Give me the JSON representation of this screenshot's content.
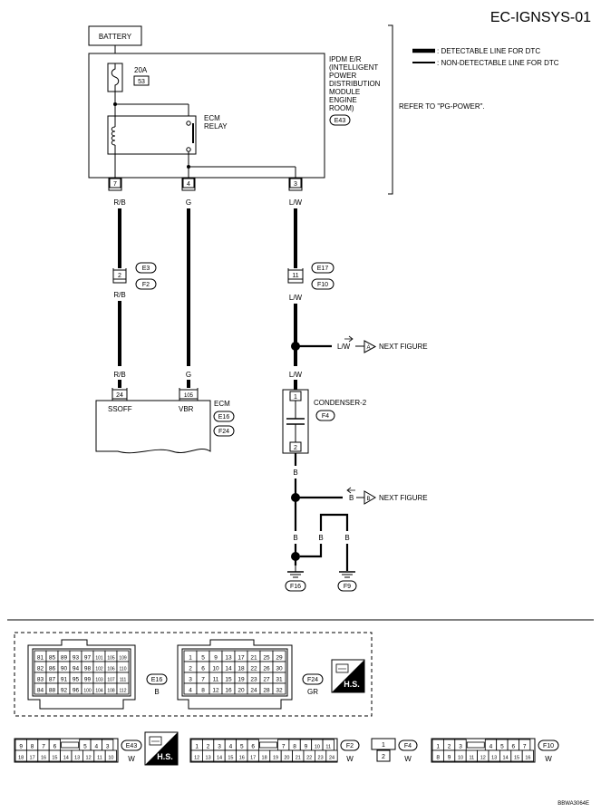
{
  "header": {
    "title": "EC-IGNSYS-01",
    "figure_code": "BBWA3064E"
  },
  "legend": {
    "detectable": ": DETECTABLE LINE FOR DTC",
    "non_detectable": ": NON-DETECTABLE LINE FOR DTC",
    "refer": "REFER TO \"PG-POWER\"."
  },
  "battery": "BATTERY",
  "ipdm": {
    "lines": [
      "IPDM E/R",
      "(INTELLIGENT",
      "POWER",
      "DISTRIBUTION",
      "MODULE",
      "ENGINE",
      "ROOM)"
    ],
    "connector": "E43",
    "fuse_rating": "20A",
    "fuse_number": "53",
    "relay_lines": [
      "ECM",
      "RELAY"
    ],
    "terminals": [
      "7",
      "4",
      "3"
    ]
  },
  "wires": {
    "rb": "R/B",
    "g": "G",
    "lw": "L/W",
    "b": "B"
  },
  "joint_connectors": {
    "left_terminal": "2",
    "left_top": "E3",
    "left_bottom": "F2",
    "right_terminal": "11",
    "right_top": "E17",
    "right_bottom": "F10"
  },
  "next_figure": {
    "label": "NEXT FIGURE",
    "a": "A",
    "b": "B"
  },
  "ecm": {
    "label": "ECM",
    "connectors": [
      "E16",
      "F24"
    ],
    "terminals": [
      "24",
      "105"
    ],
    "signals": [
      "SSOFF",
      "VBR"
    ]
  },
  "condenser": {
    "label": "CONDENSER-2",
    "connector": "F4",
    "pins": [
      "1",
      "2"
    ]
  },
  "grounds": [
    "F16",
    "F9"
  ],
  "connector_views": {
    "e16": {
      "rows": [
        [
          "81",
          "85",
          "89",
          "93",
          "97",
          "101",
          "105",
          "109"
        ],
        [
          "82",
          "86",
          "90",
          "94",
          "98",
          "102",
          "106",
          "110"
        ],
        [
          "83",
          "87",
          "91",
          "95",
          "99",
          "103",
          "107",
          "111"
        ],
        [
          "84",
          "88",
          "92",
          "96",
          "100",
          "104",
          "108",
          "112"
        ]
      ],
      "id": "E16",
      "color": "B"
    },
    "f24": {
      "rows": [
        [
          "1",
          "5",
          "9",
          "13",
          "17",
          "21",
          "25",
          "29"
        ],
        [
          "2",
          "6",
          "10",
          "14",
          "18",
          "22",
          "26",
          "30"
        ],
        [
          "3",
          "7",
          "11",
          "15",
          "19",
          "23",
          "27",
          "31"
        ],
        [
          "4",
          "8",
          "12",
          "16",
          "20",
          "24",
          "28",
          "32"
        ]
      ],
      "id": "F24",
      "color": "GR"
    },
    "hs": "H.S.",
    "e43": {
      "top": [
        "9",
        "8",
        "7",
        "6",
        "",
        "5",
        "4",
        "3"
      ],
      "bottom": [
        "18",
        "17",
        "16",
        "15",
        "14",
        "13",
        "12",
        "11",
        "10"
      ],
      "id": "E43",
      "color": "W"
    },
    "f2": {
      "top": [
        "1",
        "2",
        "3",
        "4",
        "5",
        "6",
        "",
        "7",
        "8",
        "9",
        "10",
        "11"
      ],
      "bottom": [
        "12",
        "13",
        "14",
        "15",
        "16",
        "17",
        "18",
        "19",
        "20",
        "21",
        "22",
        "23",
        "24"
      ],
      "id": "F2",
      "color": "W"
    },
    "f4": {
      "pins": [
        "1",
        "2"
      ],
      "id": "F4",
      "color": "W"
    },
    "f10": {
      "top": [
        "1",
        "2",
        "3",
        "",
        "4",
        "5",
        "6",
        "7"
      ],
      "bottom": [
        "8",
        "9",
        "10",
        "11",
        "12",
        "13",
        "14",
        "15",
        "16"
      ],
      "id": "F10",
      "color": "W"
    }
  }
}
